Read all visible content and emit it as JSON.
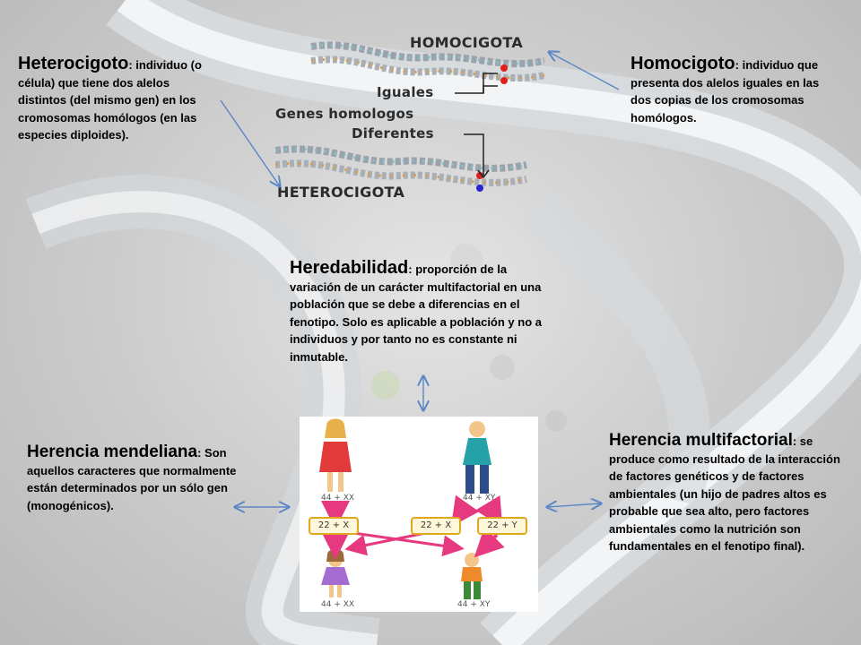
{
  "definitions": {
    "heterocigoto": {
      "term": "Heterocigoto",
      "text": ": individuo (o célula) que tiene dos alelos distintos (del mismo gen) en los cromosomas homólogos (en las especies diploides)."
    },
    "homocigoto": {
      "term": "Homocigoto",
      "text": ": individuo que presenta dos alelos iguales en las dos copias de los cromosomas homólogos."
    },
    "heredabilidad": {
      "term": "Heredabilidad",
      "text": ": proporción de la variación de un carácter multifactorial en una población que se debe a diferencias en el fenotipo. Solo es aplicable a población y no a individuos y por tanto no es constante ni inmutable."
    },
    "herencia_mendeliana": {
      "term": "Herencia mendeliana",
      "text": ": Son aquellos caracteres que normalmente están determinados por un sólo gen (monogénicos)."
    },
    "herencia_multifactorial": {
      "term": "Herencia multifactorial",
      "text": ": se produce como resultado de la interacción de factores genéticos y de factores ambientales (un hijo de padres altos es probable que sea alto, pero factores ambientales como la nutrición son fundamentales en el fenotipo final)."
    }
  },
  "chromosome_figure": {
    "homocigota": "HOMOCIGOTA",
    "iguales": "Iguales",
    "genes_homologos": "Genes homologos",
    "diferentes": "Diferentes",
    "heterocigota": "HETEROCIGOTA"
  },
  "karyotype_figure": {
    "mother_karyotype": "44 + XX",
    "father_karyotype": "44 + XY",
    "gamete_mother": "22 + X",
    "gamete_father_x": "22 + X",
    "gamete_father_y": "22 + Y",
    "daughter_karyotype": "44 + XX",
    "son_karyotype": "44 + XY"
  },
  "colors": {
    "arrow_blue": "#5b86c5",
    "cross_arrow_pink": "#e6397f",
    "allele_red": "#e0201c",
    "allele_blue": "#2424d0",
    "gamete_border": "#e0a81e"
  }
}
